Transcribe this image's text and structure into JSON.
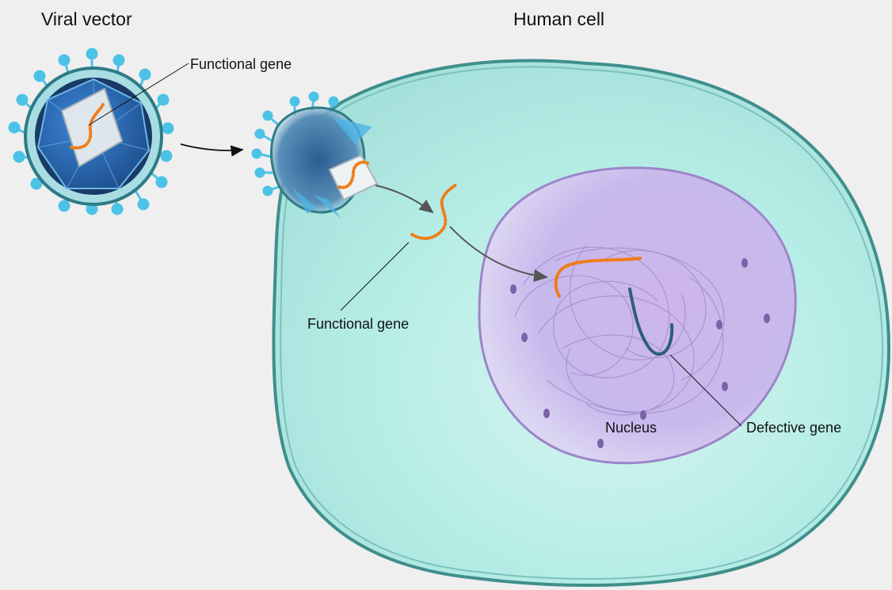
{
  "titles": {
    "viral_vector": "Viral vector",
    "human_cell": "Human cell"
  },
  "labels": {
    "functional_gene_vector": "Functional gene",
    "functional_gene_cell": "Functional gene",
    "nucleus": "Nucleus",
    "defective_gene": "Defective gene"
  },
  "colors": {
    "background": "#efefef",
    "virus_spike": "#4cc3e6",
    "virus_capsid": "#2f7fd0",
    "cell_membrane": "#3f8f8c",
    "cytoplasm": "#bdf0ea",
    "nucleus": "#c7b3e6",
    "functional_gene": "#f07d1a",
    "defective_gene": "#2d5f78",
    "arrow": "#555555"
  }
}
